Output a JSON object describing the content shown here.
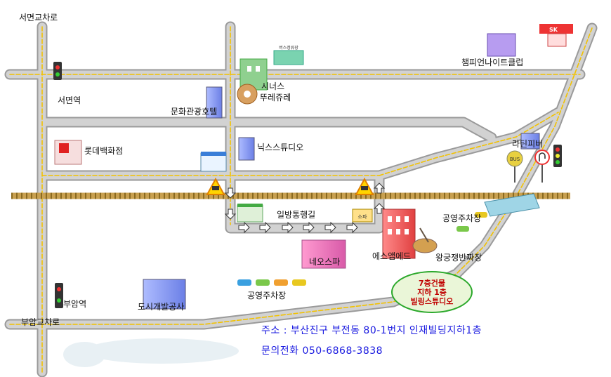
{
  "places": {
    "seomyeon_crossroad": "서면교차로",
    "seomyeon_station": "서면역",
    "lotte_dept": "롯데백화점",
    "lotte_sign": "롯데백화점",
    "bujeon_station": "부암역",
    "buam_crossroad": "부암교차로",
    "city_dev": "도시개발공사",
    "culture_hotel": "문화관광호텔",
    "cinus": "시너스",
    "paris_baguette": "뚜레쥬레",
    "bus_terminal_sign": "버스정류장",
    "nix_studio": "닉스스튜디오",
    "champion_club": "챔피언나이트클럽",
    "latin_fever": "라틴피버",
    "oneway": "일방통행길",
    "neo_spa": "네오스파",
    "s_amede": "에스앰에드",
    "wanggung": "왕궁쟁반짜장",
    "public_parking_1": "공영주차장",
    "public_parking_2": "공영주차장",
    "sk_sign": "SK",
    "bus_sign": "BUS",
    "store_sign": "소파"
  },
  "bubble": {
    "line1": "7층건물",
    "line2": "지하 1층",
    "line3": "빌링스튜디오"
  },
  "info": {
    "address": "주소 :  부산진구  부전동  80-1번지  인재빌딩지하1층",
    "phone": "문의전화    050-6868-3838"
  },
  "colors": {
    "road": "#9a9a9a",
    "center_line": "#f2c200",
    "railway": "#c8a050",
    "bubble_border": "#2aa82a",
    "text_blue": "#1a1ae0",
    "highlight_red": "#c00000"
  }
}
